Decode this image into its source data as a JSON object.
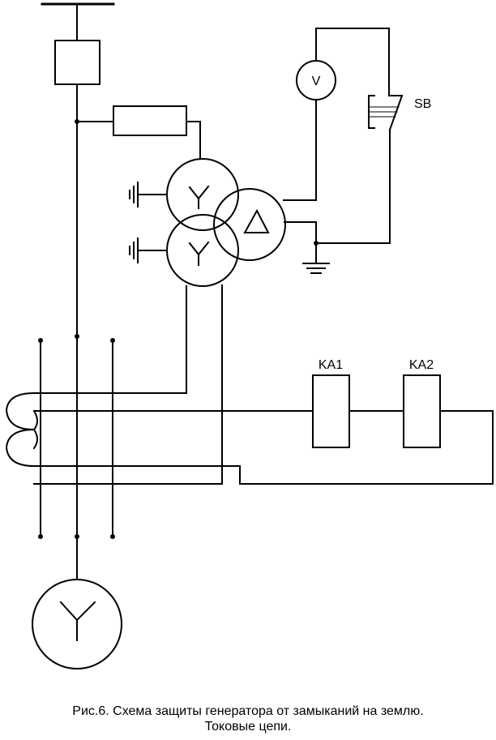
{
  "labels": {
    "voltmeter": "V",
    "button": "SB",
    "relay1": "KA1",
    "relay2": "KA2"
  },
  "caption": {
    "line1": "Рис.6. Схема защиты генератора от замыканий на землю.",
    "line2": "Токовые цепи."
  }
}
